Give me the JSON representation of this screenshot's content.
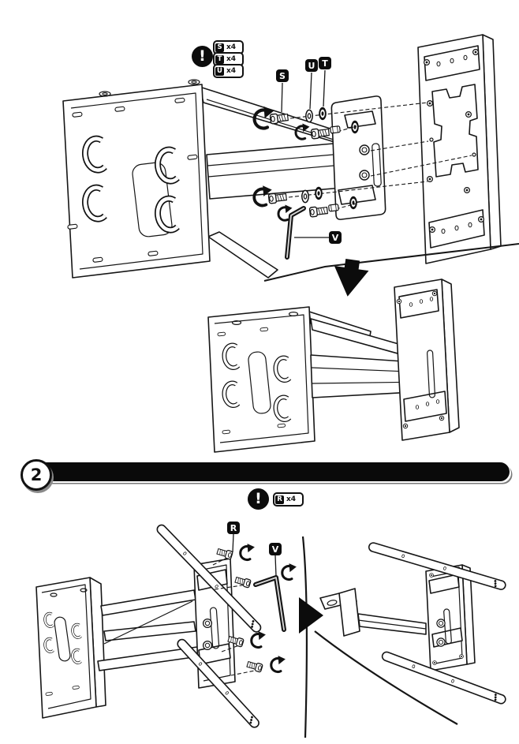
{
  "meta": {
    "ink_color": "#111111",
    "paper_color": "#ffffff",
    "content": "tv-wall-mount-assembly-instructions"
  },
  "step1": {
    "warning": "!",
    "legend": [
      {
        "part": "S",
        "qty": "x4"
      },
      {
        "part": "T",
        "qty": "x4"
      },
      {
        "part": "U",
        "qty": "x4"
      }
    ],
    "callouts": {
      "s": "S",
      "u": "U",
      "t": "T",
      "v": "V"
    }
  },
  "step2": {
    "number": "2",
    "warning": "!",
    "legend": [
      {
        "part": "R",
        "qty": "x4"
      }
    ],
    "callouts": {
      "r": "R",
      "v": "V"
    }
  }
}
